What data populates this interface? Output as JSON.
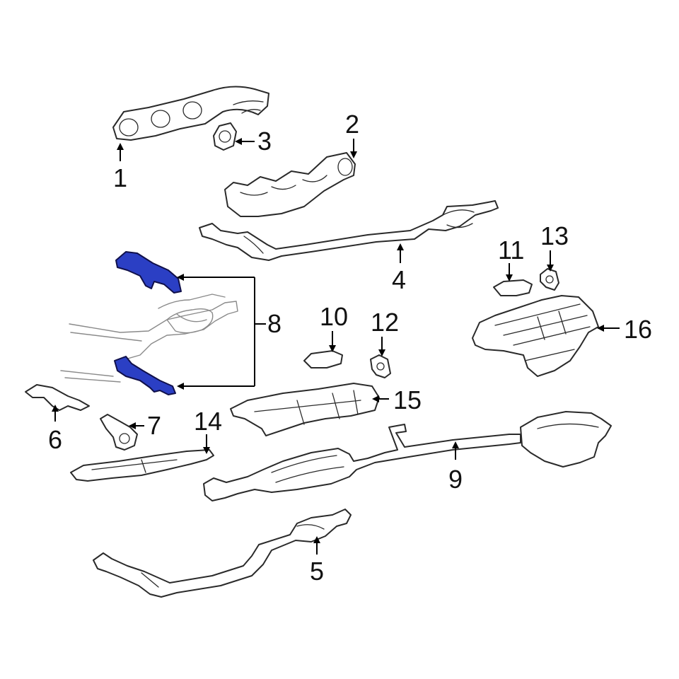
{
  "colors": {
    "highlight": "#2b3fc4",
    "line": "#2a2a2a",
    "ghost_line": "#8a8a8a",
    "background": "#ffffff"
  },
  "callouts": [
    "1",
    "2",
    "3",
    "4",
    "5",
    "6",
    "7",
    "8",
    "9",
    "10",
    "11",
    "12",
    "13",
    "14",
    "15",
    "16"
  ],
  "highlighted_callout": "8"
}
